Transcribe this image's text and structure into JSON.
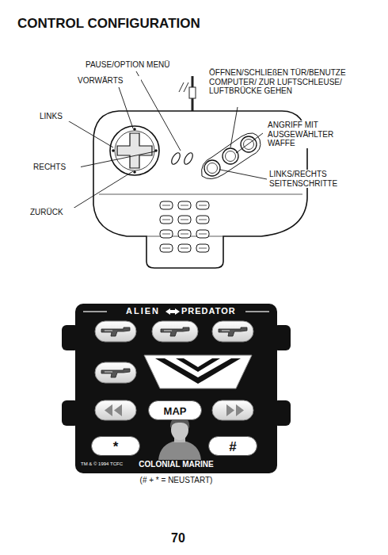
{
  "diagram": {
    "title": "CONTROL CONFIGURATION",
    "nodes": [
      {
        "text": [
          "ALIEN",
          "PREDATOR",
          "COLONIAL MARINE",
          "TM & © 1994 TCFC"
        ]
      },
      {
        "text": [
          "MAP"
        ],
        "in": 0
      },
      {
        "text": [
          "*"
        ],
        "in": 0
      },
      {
        "text": [
          "#"
        ],
        "in": 0
      }
    ],
    "labels": [
      "PAUSE/OPTION MENÜ",
      "VORWÄRTS",
      "LINKS",
      "RECHTS",
      "ZURÜCK",
      "ÖFFNEN/SCHLIEßEN TÜR/BENUTZE COMPUTER/ ZUR LUFTSCHLEUSE/ LUFTBRÜCKE GEHEN",
      "ANGRIFF MIT AUSGEWÄHLTER WAFFE",
      "LINKS/RECHTS SEITENSCHRITTE",
      "(# + * = NEUSTART)",
      "70"
    ]
  }
}
